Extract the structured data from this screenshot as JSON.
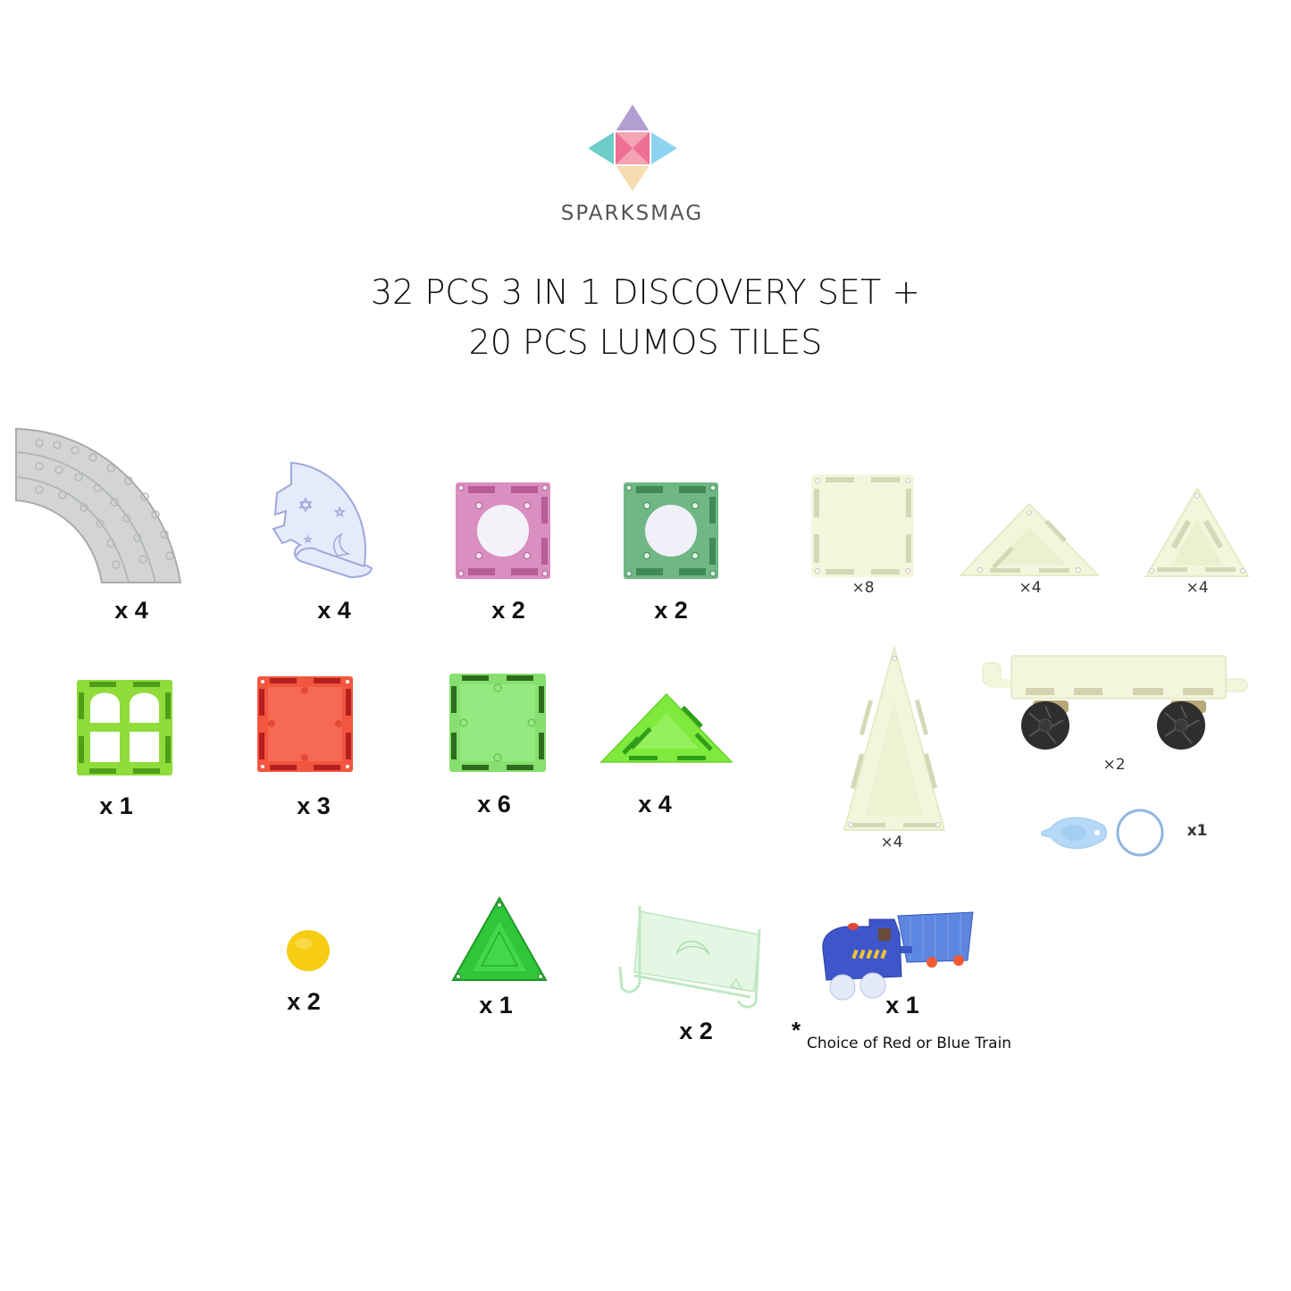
{
  "brand": {
    "name": "SPARKSMAG",
    "logo_colors": {
      "top": "#b19fd1",
      "left": "#6fcdc8",
      "right": "#8fd3f3",
      "bottom": "#f6dcaf",
      "center_dark": "#ee6e95",
      "center_light": "#f4a3b3"
    }
  },
  "title": {
    "line1": "32 PCS 3 IN 1 DISCOVERY SET +",
    "line2": "20 PCS LUMOS TILES"
  },
  "pieces": [
    {
      "id": "curved-track",
      "label": "curved track piece",
      "qty": "x 4",
      "color": "#c9cccc"
    },
    {
      "id": "moon-ramp",
      "label": "moon ramp piece",
      "qty": "x 4",
      "color": "#c8d0f0"
    },
    {
      "id": "pink-circle-tile",
      "label": "pink square tile with circle",
      "qty": "x 2",
      "color": "#d98fbf"
    },
    {
      "id": "green-circle-tile",
      "label": "green square tile with circle",
      "qty": "x 2",
      "color": "#6fb784"
    },
    {
      "id": "lumos-square",
      "label": "lumos square tile",
      "qty": "×8",
      "color": "#f3f6dc"
    },
    {
      "id": "lumos-right-triangle",
      "label": "lumos right triangle",
      "qty": "×4",
      "color": "#f3f6dc"
    },
    {
      "id": "lumos-equilateral-triangle",
      "label": "lumos equilateral triangle",
      "qty": "×4",
      "color": "#f3f6dc"
    },
    {
      "id": "window-tile",
      "label": "green window tile",
      "qty": "x 1",
      "color": "#8fdc3a"
    },
    {
      "id": "red-square-tile",
      "label": "red square tile",
      "qty": "x 3",
      "color": "#f2563f"
    },
    {
      "id": "green-square-tile",
      "label": "green square tile",
      "qty": "x 6",
      "color": "#8ee87a"
    },
    {
      "id": "green-right-triangle",
      "label": "green right triangle",
      "qty": "x 4",
      "color": "#7fea3c"
    },
    {
      "id": "lumos-isosceles-triangle",
      "label": "lumos isosceles triangle",
      "qty": "×4",
      "color": "#f3f6dc"
    },
    {
      "id": "lumos-wheel-base",
      "label": "lumos wheel base",
      "qty": "×2",
      "color": "#f3f6dc"
    },
    {
      "id": "flashlight-keychain",
      "label": "flashlight keychain",
      "qty": "x1",
      "color": "#a9d2f3"
    },
    {
      "id": "yellow-ball",
      "label": "yellow ball",
      "qty": "x 2",
      "color": "#f6cc14"
    },
    {
      "id": "green-triangle",
      "label": "green equilateral triangle",
      "qty": "x 1",
      "color": "#2fc63a"
    },
    {
      "id": "green-ramp",
      "label": "clear green ramp",
      "qty": "x 2",
      "color": "#c5ecc8"
    },
    {
      "id": "train",
      "label": "blue train",
      "qty": "x 1",
      "color": "#3e56c9"
    }
  ],
  "note": {
    "asterisk": "*",
    "text": "Choice of Red or Blue Train"
  }
}
